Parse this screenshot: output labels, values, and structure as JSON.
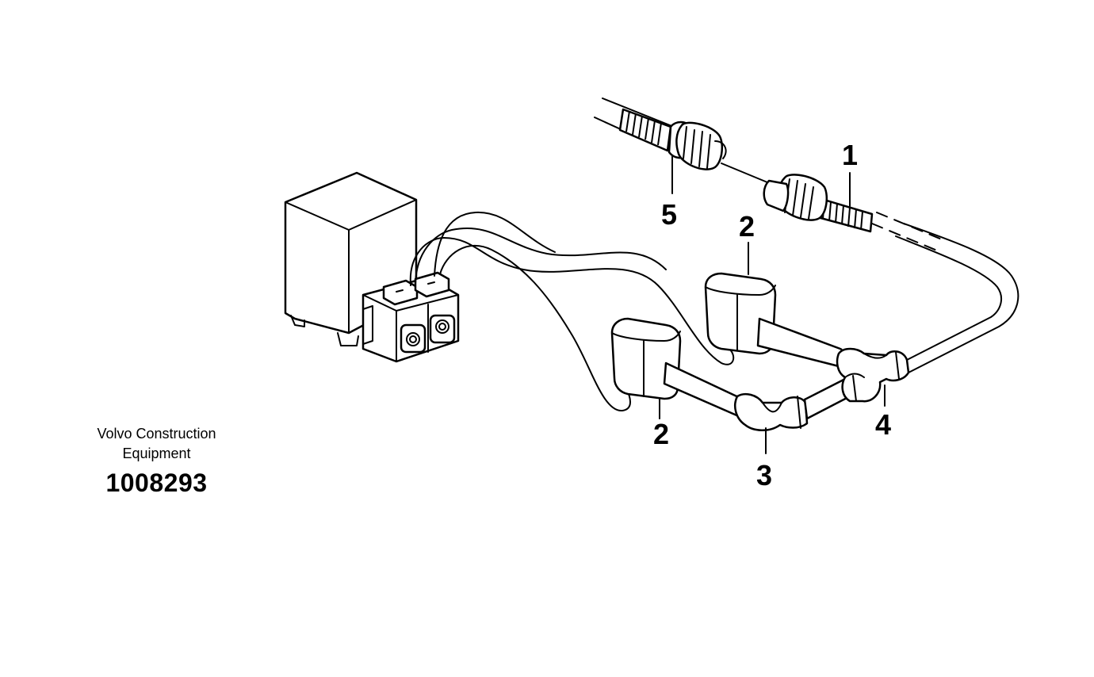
{
  "brand": {
    "line1": "Volvo Construction",
    "line2": "Equipment",
    "part_number": "1008293"
  },
  "callouts": {
    "c1": "1",
    "c2a": "2",
    "c2b": "2",
    "c3": "3",
    "c4": "4",
    "c5": "5"
  }
}
